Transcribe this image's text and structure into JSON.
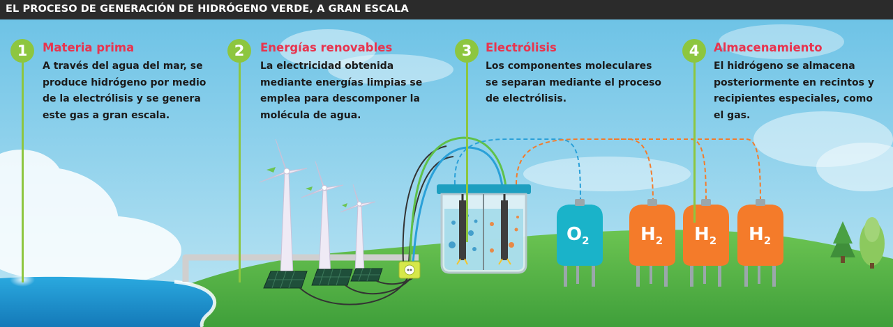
{
  "title": "EL PROCESO DE GENERACIÓN DE HIDRÓGENO VERDE, A GRAN ESCALA",
  "steps": [
    {
      "number": "1",
      "title": "Materia prima",
      "lines": [
        "A través del agua del mar, se",
        "produce hidrógeno por medio",
        "de la electrólisis y se genera",
        "este gas a gran escala."
      ]
    },
    {
      "number": "2",
      "title": "Energías renovables",
      "lines": [
        "La electricidad obtenida",
        "mediante energías limpias se",
        "emplea para descomponer la",
        "molécula de agua."
      ]
    },
    {
      "number": "3",
      "title": "Electrólisis",
      "lines": [
        "Los componentes moleculares",
        "se separan mediante el proceso",
        "de electrólisis."
      ]
    },
    {
      "number": "4",
      "title": "Almacenamiento",
      "lines": [
        "El hidrógeno se almacena",
        "posteriormente en recintos y",
        "recipientes especiales, como",
        "el gas."
      ]
    }
  ],
  "tanks": [
    {
      "symbol": "O",
      "subscript": "2",
      "color": "#1ab3c9"
    },
    {
      "symbol": "H",
      "subscript": "2",
      "color": "#f47b2a"
    },
    {
      "symbol": "H",
      "subscript": "2",
      "color": "#f47b2a"
    },
    {
      "symbol": "H",
      "subscript": "2",
      "color": "#f47b2a"
    }
  ],
  "colors": {
    "accent_green": "#8dc63f",
    "title_red": "#e8344e",
    "sea": "#1e9fd6",
    "grass": "#56b846",
    "o2_tank": "#1ab3c9",
    "h2_tank": "#f47b2a"
  }
}
